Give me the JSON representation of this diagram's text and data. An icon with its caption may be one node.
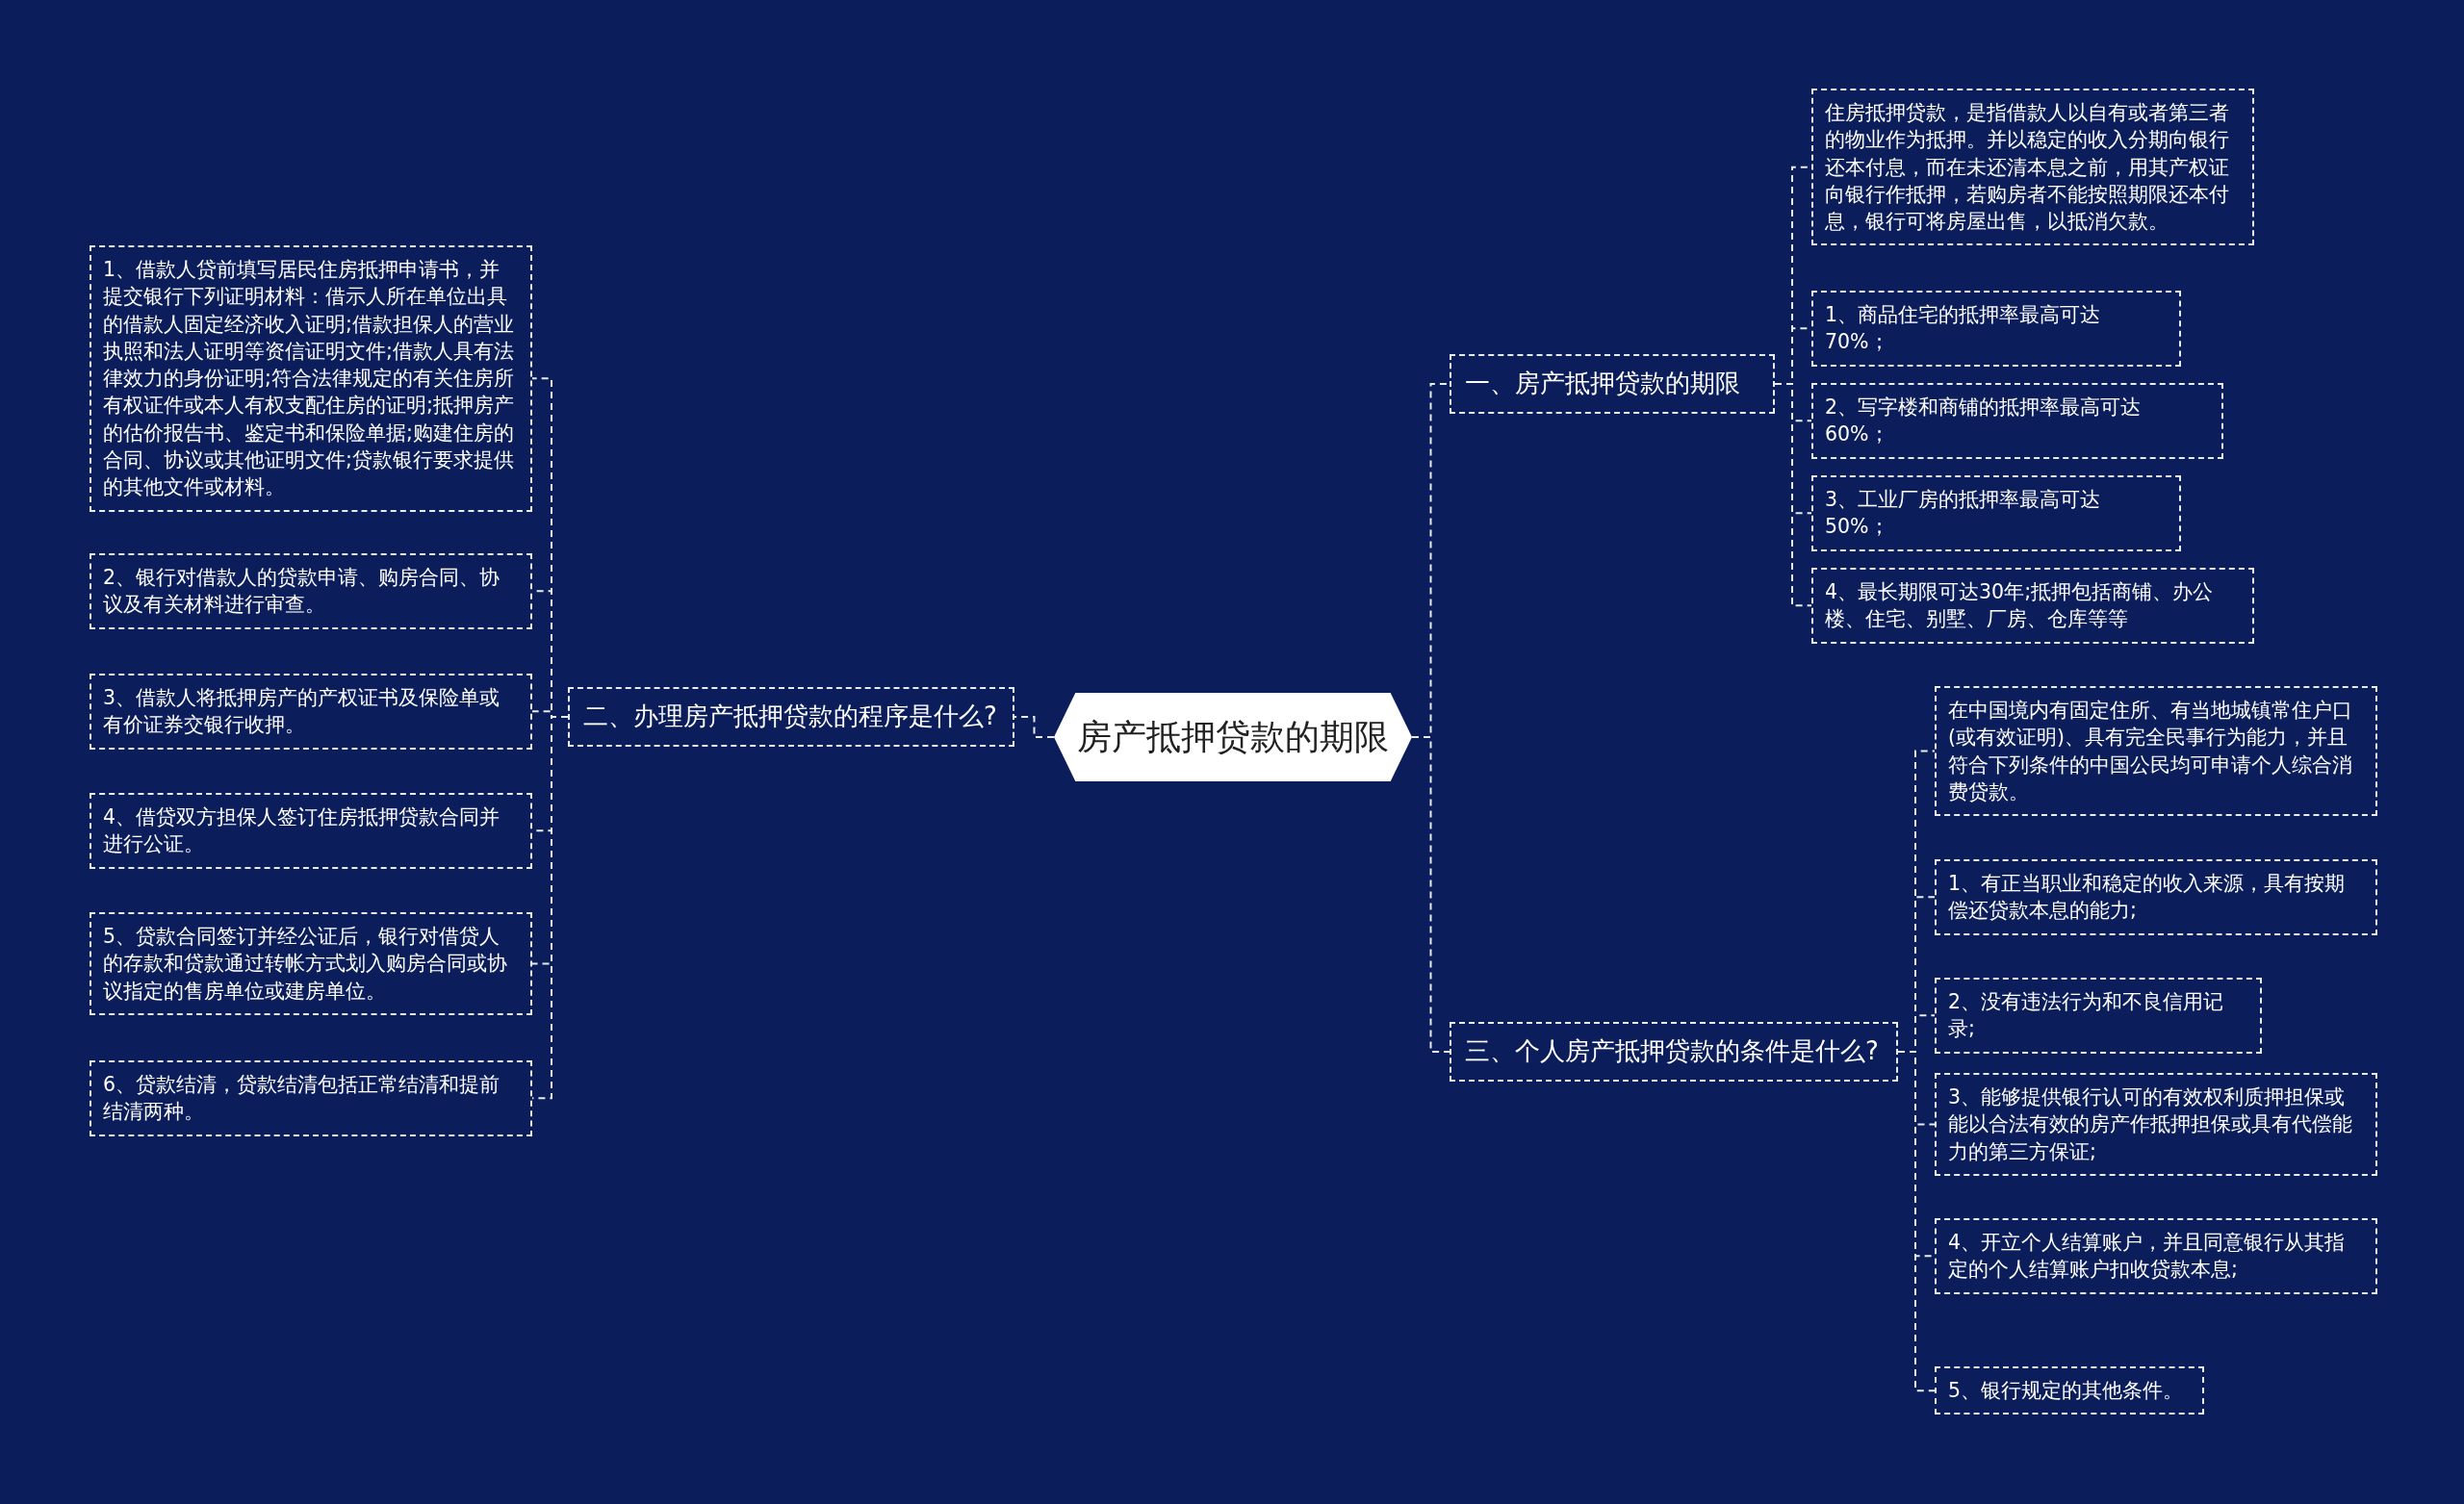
{
  "diagram": {
    "nodes": [
      {
        "text": [
          "房产抵押贷款的期限"
        ]
      },
      {
        "text": [
          "一、房产抵押贷款的期限"
        ]
      },
      {
        "text": [
          "住房抵押贷款，是指借款人以自有或者第三者的物业作为抵押。并以稳定的收入分期向银行还本付息，而在未还清本息之前，用其产权证向银行作抵押，若购房者不能按照期限还本付息，银行可将房屋出售，以抵消欠款。"
        ]
      },
      {
        "text": [
          "1、商品住宅的抵押率最高可达 70%；"
        ]
      },
      {
        "text": [
          "2、写字楼和商铺的抵押率最高可达 60%；"
        ]
      },
      {
        "text": [
          "3、工业厂房的抵押率最高可达 50%；"
        ]
      },
      {
        "text": [
          "4、最长期限可达30年;抵押包括商铺、办公楼、住宅、别墅、厂房、仓库等等"
        ]
      },
      {
        "text": [
          "二、办理房产抵押贷款的程序是什么?"
        ]
      },
      {
        "text": [
          "1、借款人贷前填写居民住房抵押申请书，并提交银行下列证明材料：借示人所在单位出具的借款人固定经济收入证明;借款担保人的营业执照和法人证明等资信证明文件;借款人具有法律效力的身份证明;符合法律规定的有关住房所有权证件或本人有权支配住房的证明;抵押房产的估价报告书、鉴定书和保险单据;购建住房的合同、协议或其他证明文件;贷款银行要求提供的其他文件或材料。"
        ]
      },
      {
        "text": [
          "2、银行对借款人的贷款申请、购房合同、协议及有关材料进行审查。"
        ]
      },
      {
        "text": [
          "3、借款人将抵押房产的产权证书及保险单或有价证券交银行收押。"
        ]
      },
      {
        "text": [
          "4、借贷双方担保人签订住房抵押贷款合同并进行公证。"
        ]
      },
      {
        "text": [
          "5、贷款合同签订并经公证后，银行对借贷人的存款和贷款通过转帐方式划入购房合同或协议指定的售房单位或建房单位。"
        ]
      },
      {
        "text": [
          "6、贷款结清，贷款结清包括正常结清和提前结清两种。"
        ]
      },
      {
        "text": [
          "三、个人房产抵押贷款的条件是什么?"
        ]
      },
      {
        "text": [
          "在中国境内有固定住所、有当地城镇常住户口(或有效证明)、具有完全民事行为能力，并且符合下列条件的中国公民均可申请个人综合消费贷款。"
        ]
      },
      {
        "text": [
          "1、有正当职业和稳定的收入来源，具有按期偿还贷款本息的能力;"
        ]
      },
      {
        "text": [
          "2、没有违法行为和不良信用记录;"
        ]
      },
      {
        "text": [
          "3、能够提供银行认可的有效权利质押担保或能以合法有效的房产作抵押担保或具有代偿能力的第三方保证;"
        ]
      },
      {
        "text": [
          "4、开立个人结算账户，并且同意银行从其指定的个人结算账户扣收贷款本息;"
        ]
      },
      {
        "text": [
          "5、银行规定的其他条件。"
        ]
      }
    ],
    "edges": [
      {
        "from": 0,
        "to": 1,
        "arrow": "none"
      },
      {
        "from": 1,
        "to": 2,
        "arrow": "none"
      },
      {
        "from": 1,
        "to": 3,
        "arrow": "none"
      },
      {
        "from": 1,
        "to": 4,
        "arrow": "none"
      },
      {
        "from": 1,
        "to": 5,
        "arrow": "none"
      },
      {
        "from": 1,
        "to": 6,
        "arrow": "none"
      },
      {
        "from": 0,
        "to": 7,
        "arrow": "none"
      },
      {
        "from": 7,
        "to": 8,
        "arrow": "none"
      },
      {
        "from": 7,
        "to": 9,
        "arrow": "none"
      },
      {
        "from": 7,
        "to": 10,
        "arrow": "none"
      },
      {
        "from": 7,
        "to": 11,
        "arrow": "none"
      },
      {
        "from": 7,
        "to": 12,
        "arrow": "none"
      },
      {
        "from": 7,
        "to": 13,
        "arrow": "none"
      },
      {
        "from": 0,
        "to": 14,
        "arrow": "none"
      },
      {
        "from": 14,
        "to": 15,
        "arrow": "none"
      },
      {
        "from": 14,
        "to": 16,
        "arrow": "none"
      },
      {
        "from": 14,
        "to": 17,
        "arrow": "none"
      },
      {
        "from": 14,
        "to": 18,
        "arrow": "none"
      },
      {
        "from": 14,
        "to": 19,
        "arrow": "none"
      },
      {
        "from": 14,
        "to": 20,
        "arrow": "none"
      }
    ]
  }
}
